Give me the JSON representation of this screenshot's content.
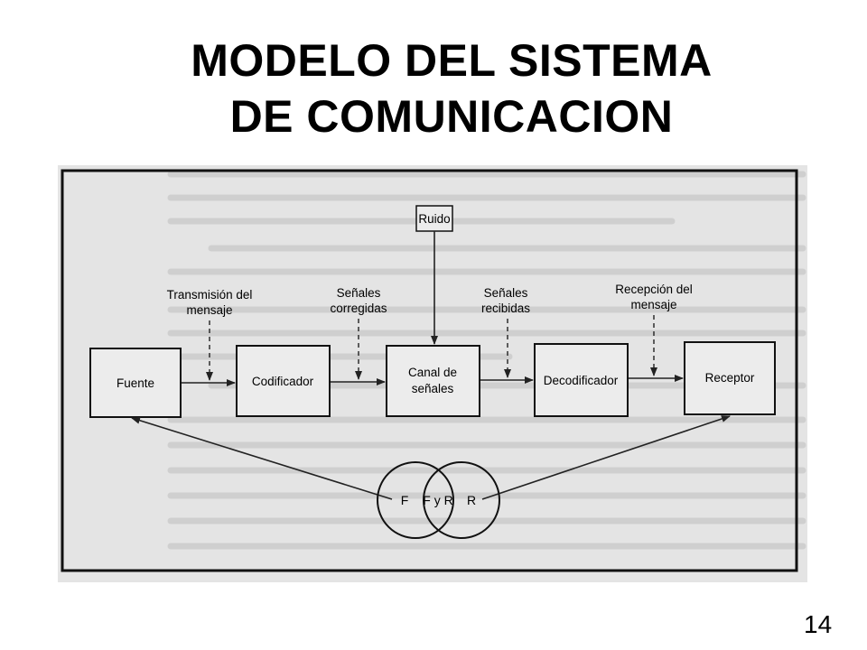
{
  "title": {
    "line1": "MODELO DEL SISTEMA",
    "line2": "DE COMUNICACION"
  },
  "diagram": {
    "nodes": {
      "fuente": "Fuente",
      "codificador": "Codificador",
      "canal_line1": "Canal de",
      "canal_line2": "señales",
      "decodificador": "Decodificador",
      "receptor": "Receptor",
      "ruido": "Ruido"
    },
    "labels": {
      "transmision_line1": "Transmisión del",
      "transmision_line2": "mensaje",
      "corregidas_line1": "Señales",
      "corregidas_line2": "corregidas",
      "recibidas_line1": "Señales",
      "recibidas_line2": "recibidas",
      "recepcion_line1": "Recepción del",
      "recepcion_line2": "mensaje"
    },
    "venn": {
      "left": "F",
      "middle": "F y R",
      "right": "R"
    }
  },
  "page_number": "14"
}
